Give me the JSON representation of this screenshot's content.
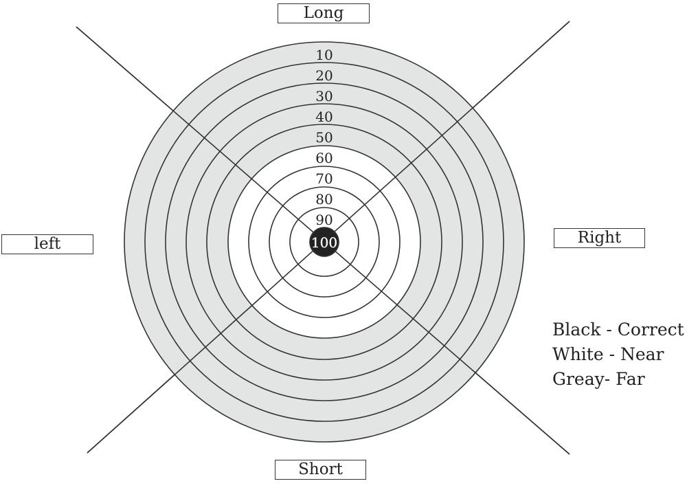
{
  "directions": {
    "long": "Long",
    "left": "left",
    "right": "Right",
    "short": "Short"
  },
  "rings": {
    "scores": [
      "10",
      "20",
      "30",
      "40",
      "50",
      "60",
      "70",
      "80",
      "90",
      "100"
    ],
    "zone_colors": {
      "correct": "#222222",
      "near": "#ffffff",
      "far": "#e3e5e5"
    }
  },
  "legend": {
    "lines": [
      "Black - Correct",
      "White - Near",
      "Greay- Far"
    ]
  }
}
